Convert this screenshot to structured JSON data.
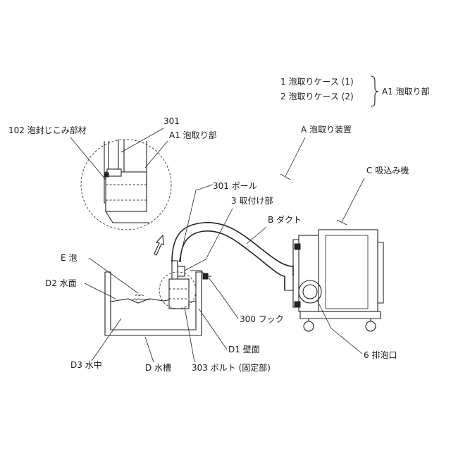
{
  "labels": {
    "case1": "1 泡取りケース (1)",
    "case2": "2 泡取りケース (2)",
    "a1_group": "A1 泡取り部",
    "device_a": "A 泡取り装置",
    "vacuum_c": "C 吸込み機",
    "sealing_102": "102 泡封じこみ部材",
    "n301": "301",
    "a1_detail": "A1 泡取り部",
    "pole_301": "301 ポール",
    "mount_3": "3 取付け部",
    "duct_b": "B ダクト",
    "foam_e": "E 泡",
    "surface_d2": "D2 水面",
    "hook_300": "300 フック",
    "wall_d1": "D1 壁面",
    "outlet_6": "6 排泡口",
    "underwater_d3": "D3 水中",
    "tank_d": "D 水槽",
    "bolt_303": "303 ボルト (固定部)"
  }
}
